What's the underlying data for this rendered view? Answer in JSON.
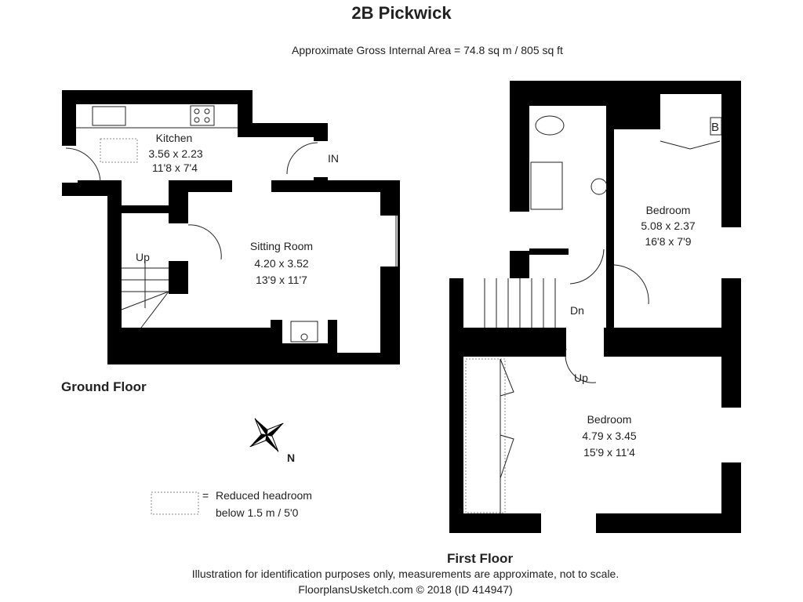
{
  "title": "2B Pickwick",
  "subtitle": "Approximate Gross Internal Area = 74.8 sq m / 805 sq ft",
  "ground_floor": {
    "label": "Ground Floor",
    "kitchen": {
      "name": "Kitchen",
      "metric": "3.56 x 2.23",
      "imperial": "11'8 x 7'4"
    },
    "sitting_room": {
      "name": "Sitting Room",
      "metric": "4.20 x 3.52",
      "imperial": "13'9 x 11'7"
    },
    "entrance": "IN",
    "stairs": "Up"
  },
  "first_floor": {
    "label": "First Floor",
    "bedroom_1": {
      "name": "Bedroom",
      "metric": "5.08 x 2.37",
      "imperial": "16'8 x 7'9"
    },
    "bedroom_2": {
      "name": "Bedroom",
      "metric": "4.79 x 3.45",
      "imperial": "15'9 x 11'4"
    },
    "boiler": "B",
    "stairs_down": "Dn",
    "stairs_up": "Up"
  },
  "compass": {
    "north": "N"
  },
  "legend": {
    "symbol": "=",
    "line1": "Reduced headroom",
    "line2": "below 1.5 m / 5'0"
  },
  "footer": {
    "disclaimer": "Illustration for identification purposes only, measurements are approximate, not to scale.",
    "credit": "FloorplansUsketch.com © 2018 (ID 414947)"
  }
}
